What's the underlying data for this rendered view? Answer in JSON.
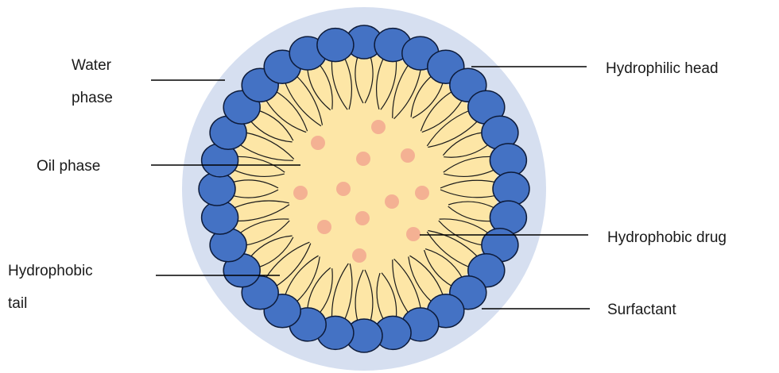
{
  "labels": {
    "water_phase_line1": "Water",
    "water_phase_line2": "phase",
    "oil_phase": "Oil phase",
    "hydrophobic_tail_line1": "Hydrophobic",
    "hydrophobic_tail_line2": "tail",
    "hydrophilic_head": "Hydrophilic head",
    "hydrophobic_drug": "Hydrophobic drug",
    "surfactant": "Surfactant"
  },
  "colors": {
    "water_phase": "#d6dff0",
    "oil_phase": "#fde6a6",
    "head_fill": "#4472c4",
    "head_stroke": "#0d1b3a",
    "tail": "#1a1a1a",
    "drug": "#f4b193",
    "line": "#000000"
  },
  "surfactant_count": 32
}
